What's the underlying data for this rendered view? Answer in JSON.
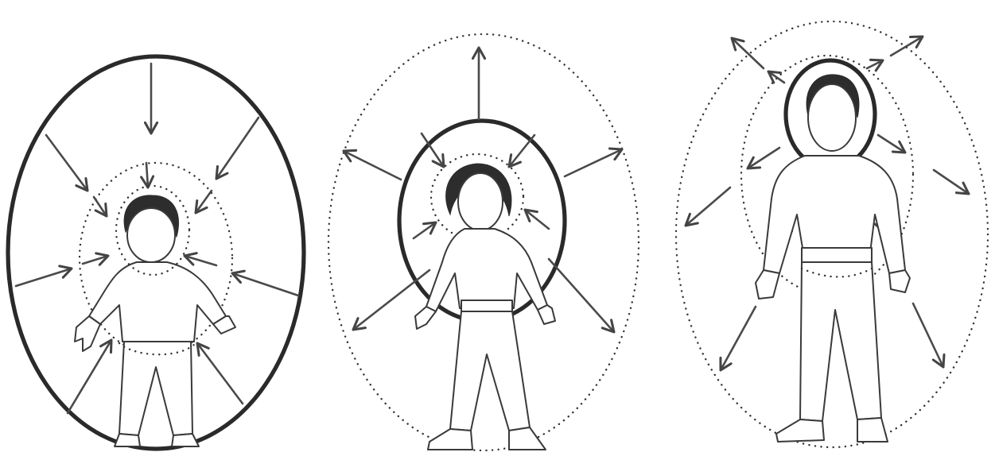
{
  "diagram": {
    "panels": [
      {
        "id": "panel-1",
        "boundary": "large-solid-ellipse",
        "arrows": "inward",
        "figure": "child"
      },
      {
        "id": "panel-2",
        "boundary": "medium-solid-ellipse",
        "arrows": "outward",
        "figure": "adolescent"
      },
      {
        "id": "panel-3",
        "boundary": "solid-ring-around-head",
        "arrows": "outward",
        "figure": "adult"
      }
    ],
    "colors": {
      "ink": "#2b2b2b",
      "background": "#ffffff"
    }
  }
}
